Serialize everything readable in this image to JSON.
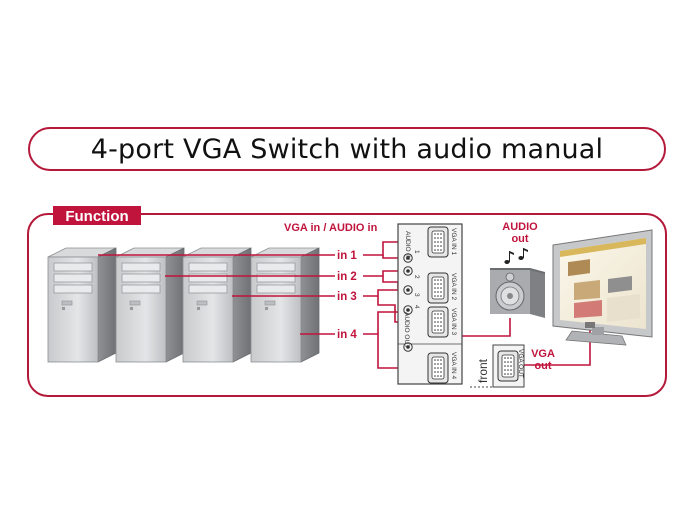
{
  "title": "4-port VGA Switch with audio manual",
  "function_label": "Function",
  "colors": {
    "accent": "#c0143c",
    "border": "#b5193a"
  },
  "labels": {
    "vga_audio_in": "VGA in / AUDIO in",
    "in1": "in 1",
    "in2": "in 2",
    "in3": "in 3",
    "in4": "in 4",
    "audio_out_line1": "AUDIO",
    "audio_out_line2": "out",
    "vga_out_line1": "VGA",
    "vga_out_line2": "out",
    "front": "front"
  },
  "device_labels": {
    "audio_in_1": "AUDIO IN",
    "port1": "1",
    "port2": "2",
    "port3": "3",
    "port4": "4",
    "audio_out": "AUDIO OUT",
    "vga_in_1": "VGA IN 1",
    "vga_in_2": "VGA IN 2",
    "vga_in_3": "VGA IN 3",
    "vga_in_4": "VGA IN 4",
    "vga_out": "VGA OUT"
  },
  "icons": {
    "computer": "pc-tower-icon",
    "speaker": "speaker-icon",
    "notes": "music-note-icon",
    "monitor": "monitor-icon",
    "vga": "vga-port-icon"
  }
}
